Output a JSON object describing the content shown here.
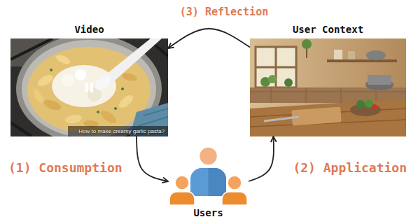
{
  "diagram": {
    "nodes": [
      {
        "text": [
          "Video",
          "How to make creamy garlic pasta?"
        ]
      },
      {
        "text": [
          "User Context"
        ]
      },
      {
        "text": [
          "Users"
        ]
      }
    ],
    "edges": [
      {
        "from": 0,
        "to": 2,
        "label": "(1) Consumption",
        "arrow": "to"
      },
      {
        "from": 2,
        "to": 1,
        "label": "(2) Application",
        "arrow": "to"
      },
      {
        "from": 1,
        "to": 0,
        "label": "(3) Reflection",
        "arrow": "to"
      }
    ]
  }
}
